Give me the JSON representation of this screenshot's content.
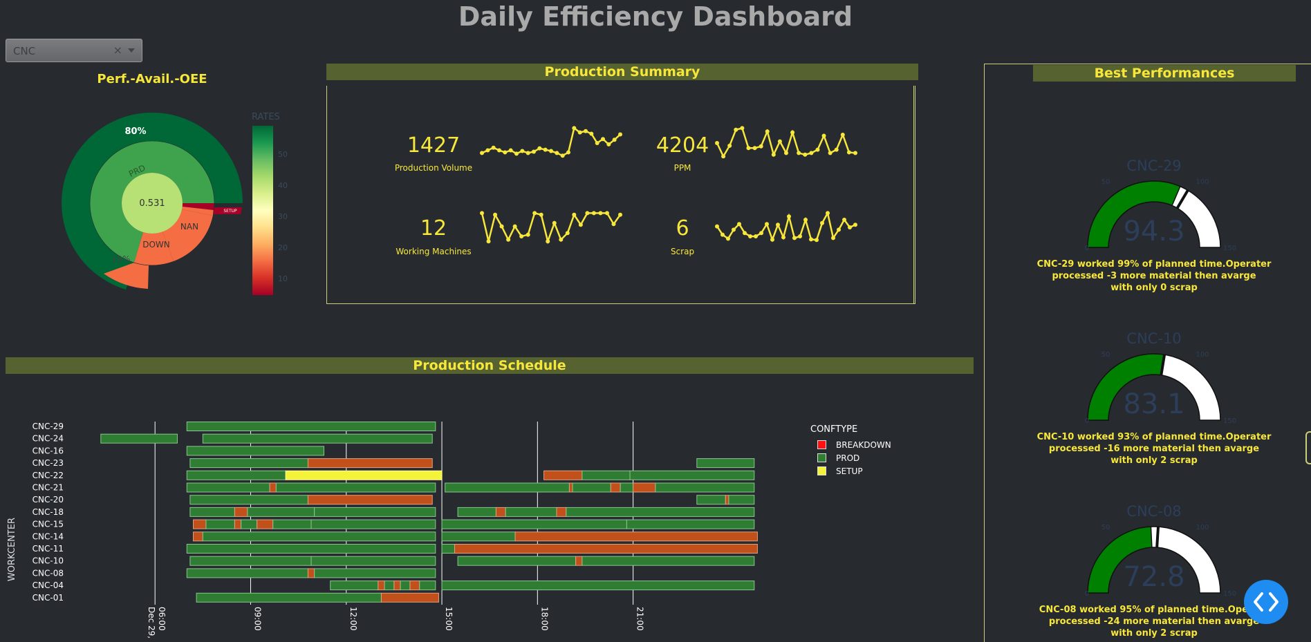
{
  "page": {
    "title": "Daily Efficiency Dashboard"
  },
  "filter": {
    "value": "CNC",
    "clear_symbol": "×"
  },
  "sunburst": {
    "title": "Perf.-Avail.-OEE",
    "center_value": "0.531",
    "labels": {
      "prd": "PRD",
      "down": "DOWN",
      "nan": "NAN",
      "setup": "SETUP",
      "pct_outer_top": "80%",
      "pct_outer_bottom": "19%"
    },
    "colorbar": {
      "title": "RATES",
      "ticks": [
        "50",
        "40",
        "30",
        "20",
        "10"
      ]
    },
    "colors": {
      "dark_green": "#006837",
      "mid_green": "#3fa34d",
      "light_green": "#b7e075",
      "orange": "#f46d43",
      "red": "#a50026"
    }
  },
  "production_summary": {
    "title": "Production Summary",
    "kpis": [
      {
        "value": "1427",
        "label": "Production Volume",
        "series": [
          0.2,
          0.28,
          0.36,
          0.28,
          0.22,
          0.28,
          0.18,
          0.26,
          0.2,
          0.24,
          0.34,
          0.3,
          0.26,
          0.2,
          0.12,
          0.22,
          0.95,
          0.82,
          0.86,
          0.78,
          0.5,
          0.62,
          0.46,
          0.6,
          0.76
        ]
      },
      {
        "value": "4204",
        "label": "PPM",
        "series": [
          0.5,
          0.1,
          0.42,
          0.9,
          0.95,
          0.35,
          0.35,
          0.4,
          0.85,
          0.15,
          0.55,
          0.2,
          0.82,
          0.2,
          0.15,
          0.2,
          0.3,
          0.72,
          0.2,
          0.3,
          0.75,
          0.22,
          0.2
        ]
      },
      {
        "value": "12",
        "label": "Working Machines",
        "series": [
          0.95,
          0.1,
          0.9,
          0.55,
          0.15,
          0.55,
          0.25,
          0.3,
          0.95,
          0.9,
          0.1,
          0.65,
          0.15,
          0.35,
          0.9,
          0.6,
          0.95,
          0.95,
          0.95,
          0.95,
          0.62,
          0.9
        ]
      },
      {
        "value": "6",
        "label": "Scrap",
        "series": [
          0.55,
          0.3,
          0.18,
          0.45,
          0.62,
          0.35,
          0.25,
          0.25,
          0.35,
          0.62,
          0.15,
          0.6,
          0.22,
          0.85,
          0.2,
          0.25,
          0.75,
          0.16,
          0.14,
          0.65,
          0.95,
          0.2,
          0.45,
          0.75,
          0.52,
          0.6
        ]
      }
    ]
  },
  "best_performances": {
    "title": "Best Performances",
    "gauges": [
      {
        "machine": "CNC-29",
        "value": "94.3",
        "fraction": 0.629,
        "threshold": 0.67,
        "text": [
          "CNC-29 worked 99% of planned time.Operater",
          "processed -3 more material then avarge",
          "with only 0 scrap"
        ]
      },
      {
        "machine": "CNC-10",
        "value": "83.1",
        "fraction": 0.554,
        "threshold": 0.55,
        "text": [
          "CNC-10 worked 93% of planned time.Operater",
          "processed -16 more material then avarge",
          "with only 2 scrap"
        ]
      },
      {
        "machine": "CNC-08",
        "value": "72.8",
        "fraction": 0.485,
        "threshold": 0.52,
        "text": [
          "CNC-08 worked 95% of planned time.Operate",
          "processed -24 more material then avarge",
          "with only 2 scrap"
        ]
      }
    ],
    "gauge_ticks": [
      "0",
      "50",
      "100",
      "150"
    ]
  },
  "production_schedule": {
    "title": "Production Schedule",
    "y_axis_label": "WORKCENTER",
    "legend_title": "CONFTYPE",
    "legend": [
      {
        "name": "BREAKDOWN",
        "color": "#ff1111"
      },
      {
        "name": "PROD",
        "color": "#2e7d32"
      },
      {
        "name": "SETUP",
        "color": "#f5f23a"
      }
    ],
    "x_ticks": [
      "06:00\nDec 29,",
      "09:00",
      "12:00",
      "15:00",
      "18:00",
      "21:00"
    ],
    "x_tick_hours": [
      6,
      9,
      12,
      15,
      18,
      21
    ],
    "rows": [
      {
        "name": "CNC-29",
        "bars": [
          [
            7.0,
            14.8,
            "P"
          ]
        ]
      },
      {
        "name": "CNC-24",
        "bars": [
          [
            4.3,
            6.7,
            "P"
          ],
          [
            7.5,
            14.7,
            "P"
          ]
        ]
      },
      {
        "name": "CNC-16",
        "bars": [
          [
            7.0,
            11.3,
            "P"
          ]
        ]
      },
      {
        "name": "CNC-23",
        "bars": [
          [
            7.1,
            10.8,
            "P"
          ],
          [
            10.8,
            14.7,
            "D"
          ],
          [
            23.0,
            24.8,
            "P"
          ]
        ]
      },
      {
        "name": "CNC-22",
        "bars": [
          [
            7.0,
            10.1,
            "P"
          ],
          [
            10.1,
            15.0,
            "S"
          ],
          [
            18.2,
            19.4,
            "D"
          ],
          [
            19.4,
            20.9,
            "P"
          ],
          [
            20.9,
            24.8,
            "P"
          ]
        ]
      },
      {
        "name": "CNC-21",
        "bars": [
          [
            7.0,
            9.6,
            "P"
          ],
          [
            9.6,
            9.8,
            "D"
          ],
          [
            9.8,
            14.8,
            "P"
          ],
          [
            15.1,
            19.0,
            "P"
          ],
          [
            19.0,
            19.1,
            "D"
          ],
          [
            19.1,
            20.3,
            "P"
          ],
          [
            20.3,
            20.6,
            "D"
          ],
          [
            20.6,
            21.0,
            "P"
          ],
          [
            21.0,
            21.7,
            "D"
          ],
          [
            21.7,
            24.8,
            "P"
          ]
        ]
      },
      {
        "name": "CNC-20",
        "bars": [
          [
            7.1,
            10.8,
            "P"
          ],
          [
            10.8,
            14.7,
            "D"
          ],
          [
            23.0,
            23.9,
            "P"
          ],
          [
            23.9,
            24.0,
            "D"
          ],
          [
            24.0,
            24.8,
            "P"
          ]
        ]
      },
      {
        "name": "CNC-18",
        "bars": [
          [
            7.1,
            8.5,
            "P"
          ],
          [
            8.5,
            8.9,
            "D"
          ],
          [
            8.9,
            11.0,
            "P"
          ],
          [
            11.0,
            14.8,
            "P"
          ],
          [
            15.5,
            16.7,
            "P"
          ],
          [
            16.7,
            17.0,
            "D"
          ],
          [
            17.0,
            18.6,
            "P"
          ],
          [
            18.6,
            18.9,
            "D"
          ],
          [
            18.9,
            24.8,
            "P"
          ]
        ]
      },
      {
        "name": "CNC-15",
        "bars": [
          [
            7.2,
            7.6,
            "D"
          ],
          [
            7.6,
            8.5,
            "P"
          ],
          [
            8.5,
            8.7,
            "D"
          ],
          [
            8.7,
            9.2,
            "P"
          ],
          [
            9.2,
            9.7,
            "D"
          ],
          [
            9.7,
            10.9,
            "P"
          ],
          [
            10.9,
            14.8,
            "P"
          ],
          [
            15.0,
            20.8,
            "P"
          ],
          [
            20.8,
            24.8,
            "P"
          ]
        ]
      },
      {
        "name": "CNC-14",
        "bars": [
          [
            7.2,
            7.5,
            "D"
          ],
          [
            7.5,
            14.8,
            "P"
          ],
          [
            15.0,
            17.3,
            "P"
          ],
          [
            17.3,
            24.9,
            "D"
          ]
        ]
      },
      {
        "name": "CNC-11",
        "bars": [
          [
            7.0,
            14.8,
            "P"
          ],
          [
            15.0,
            15.4,
            "P"
          ],
          [
            15.4,
            24.9,
            "D"
          ]
        ]
      },
      {
        "name": "CNC-10",
        "bars": [
          [
            7.1,
            10.9,
            "P"
          ],
          [
            10.9,
            14.8,
            "P"
          ],
          [
            15.5,
            19.2,
            "P"
          ],
          [
            19.2,
            19.4,
            "D"
          ],
          [
            19.4,
            24.8,
            "P"
          ]
        ]
      },
      {
        "name": "CNC-08",
        "bars": [
          [
            7.0,
            10.8,
            "P"
          ],
          [
            10.8,
            11.0,
            "D"
          ],
          [
            11.0,
            14.8,
            "P"
          ]
        ]
      },
      {
        "name": "CNC-04",
        "bars": [
          [
            11.5,
            13.0,
            "P"
          ],
          [
            13.0,
            13.2,
            "D"
          ],
          [
            13.2,
            13.5,
            "P"
          ],
          [
            13.5,
            13.7,
            "D"
          ],
          [
            13.7,
            14.0,
            "P"
          ],
          [
            14.0,
            14.3,
            "D"
          ],
          [
            14.3,
            14.8,
            "P"
          ],
          [
            15.0,
            24.8,
            "P"
          ]
        ]
      },
      {
        "name": "CNC-01",
        "bars": [
          [
            7.3,
            13.1,
            "P"
          ],
          [
            13.1,
            14.9,
            "D"
          ]
        ]
      }
    ]
  }
}
